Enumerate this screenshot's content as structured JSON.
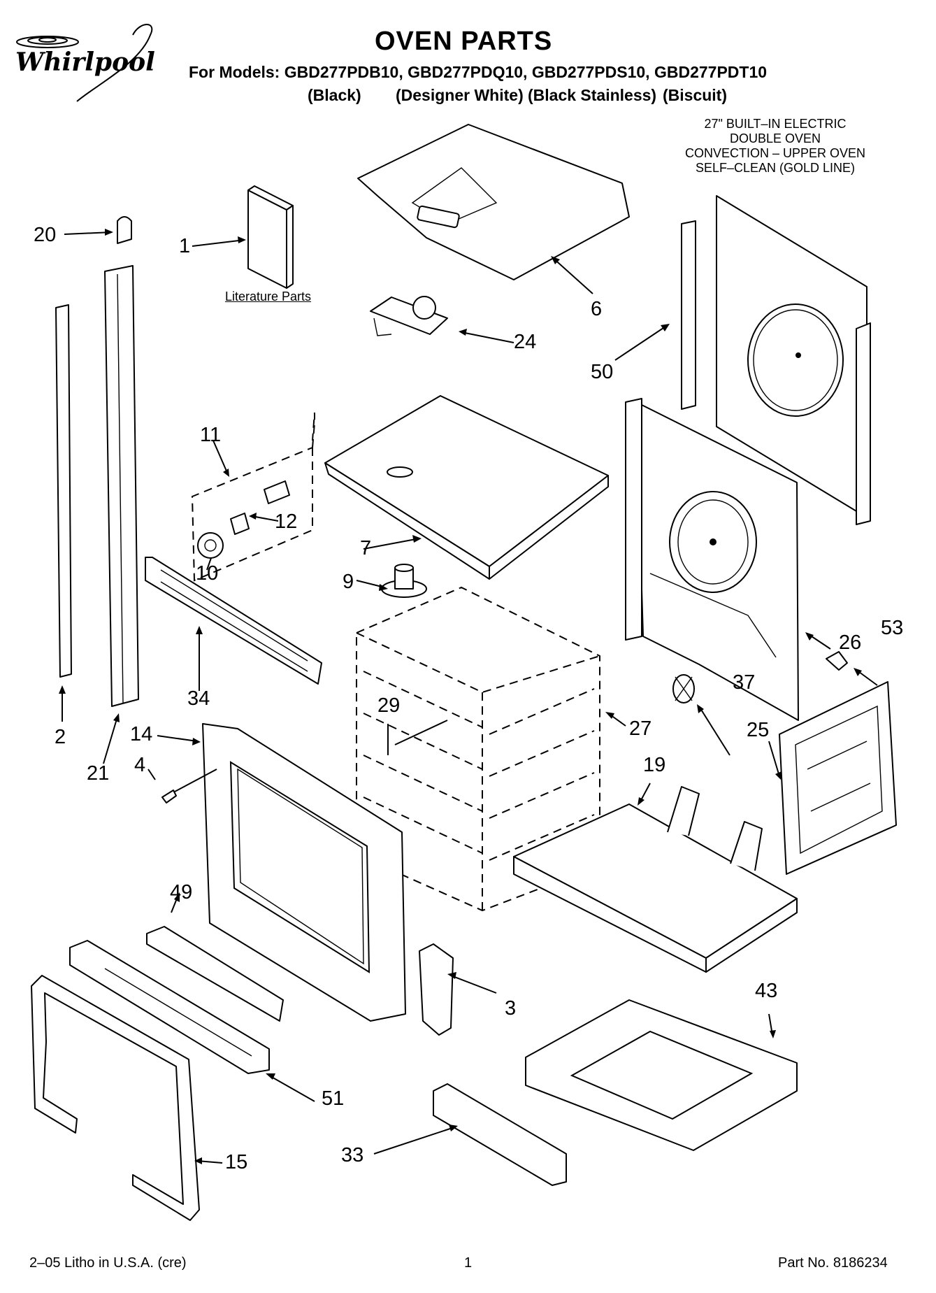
{
  "header": {
    "brand": "Whirlpool",
    "title": "OVEN PARTS",
    "models_line": "For Models: GBD277PDB10, GBD277PDQ10, GBD277PDS10, GBD277PDT10",
    "variants": [
      "(Black)",
      "(Designer White)",
      "(Black Stainless)",
      "(Biscuit)"
    ],
    "description": [
      "27\" BUILT–IN ELECTRIC",
      "DOUBLE OVEN",
      "CONVECTION – UPPER OVEN",
      "SELF–CLEAN (GOLD LINE)"
    ]
  },
  "literature_label": "Literature Parts",
  "callouts": [
    "20",
    "1",
    "6",
    "24",
    "50",
    "11",
    "12",
    "10",
    "7",
    "9",
    "34",
    "2",
    "21",
    "14",
    "4",
    "29",
    "27",
    "37",
    "26",
    "53",
    "25",
    "19",
    "49",
    "3",
    "43",
    "51",
    "33",
    "15"
  ],
  "footer": {
    "left": "2–05 Litho in U.S.A. (cre)",
    "center": "1",
    "right": "Part No. 8186234"
  }
}
